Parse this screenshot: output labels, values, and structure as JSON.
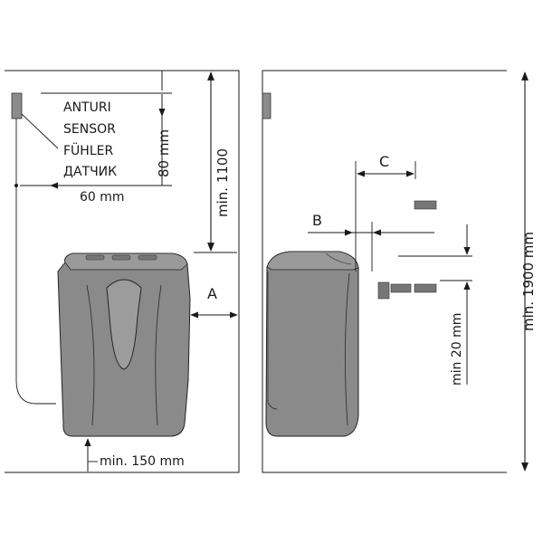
{
  "left_view": {
    "sensor_labels": [
      "ANTURI",
      "SENSOR",
      "FÜHLER",
      "ДАТЧИК"
    ],
    "dim_sensor_horizontal": "60 mm",
    "dim_sensor_vertical": "80 mm",
    "dim_ceiling": "min. 1100",
    "dim_side_letter": "A",
    "dim_floor": "min. 150 mm"
  },
  "right_view": {
    "dim_c_letter": "C",
    "dim_b_letter": "B",
    "dim_gap": "min 20 mm",
    "dim_total_height": "min. 1900 mm"
  },
  "colors": {
    "stove_fill": "#8a8a8a",
    "stove_top": "#9a9a9a",
    "sensor_fill": "#8c8c8c",
    "line": "#1a1a1a"
  }
}
